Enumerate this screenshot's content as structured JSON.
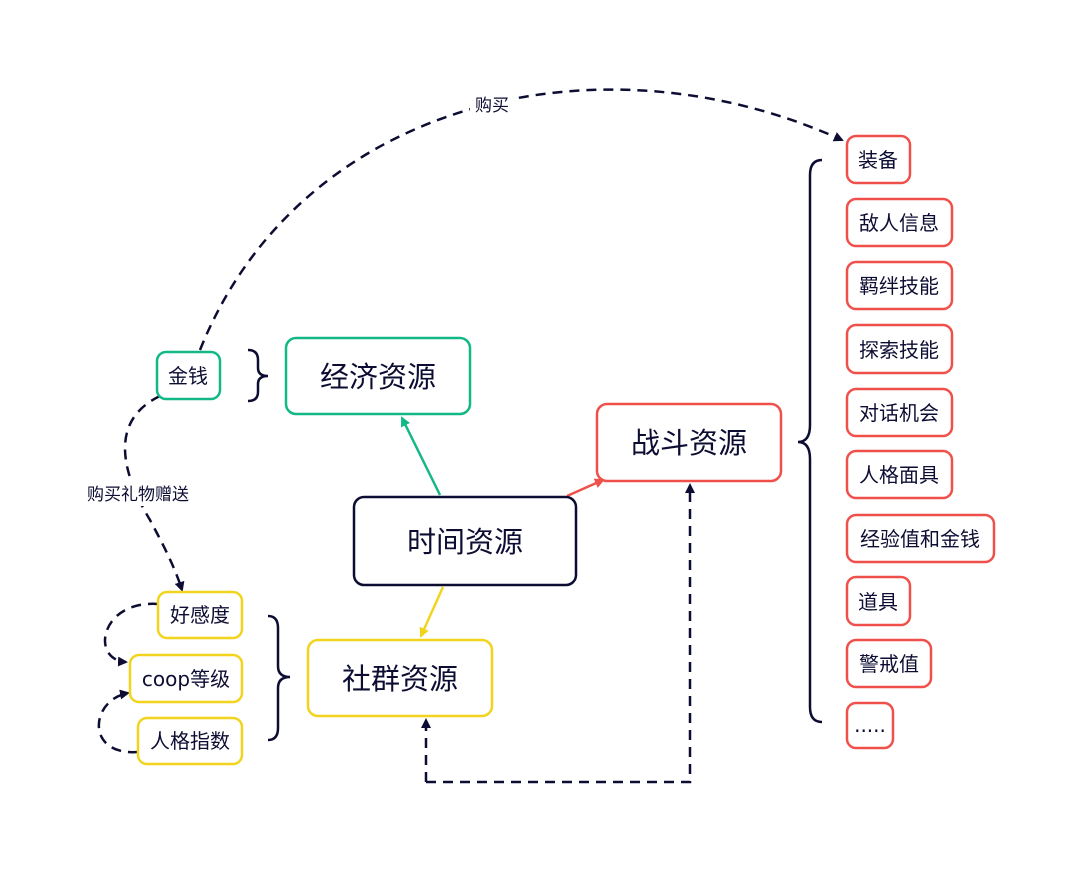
{
  "diagram": {
    "center": "时间资源",
    "economy": "经济资源",
    "combat": "战斗资源",
    "social": "社群资源",
    "money": "金钱",
    "social_items": [
      "好感度",
      "coop等级",
      "人格指数"
    ],
    "combat_items": [
      "装备",
      "敌人信息",
      "羁绊技能",
      "探索技能",
      "对话机会",
      "人格面具",
      "经验值和金钱",
      "道具",
      "警戒值",
      "....."
    ],
    "edge_labels": {
      "buy": "购买",
      "buy_gift": "购买礼物赠送"
    }
  },
  "colors": {
    "dark": "#0d0d33",
    "green": "#12b886",
    "red": "#f0504a",
    "yellow": "#f2d41f"
  }
}
